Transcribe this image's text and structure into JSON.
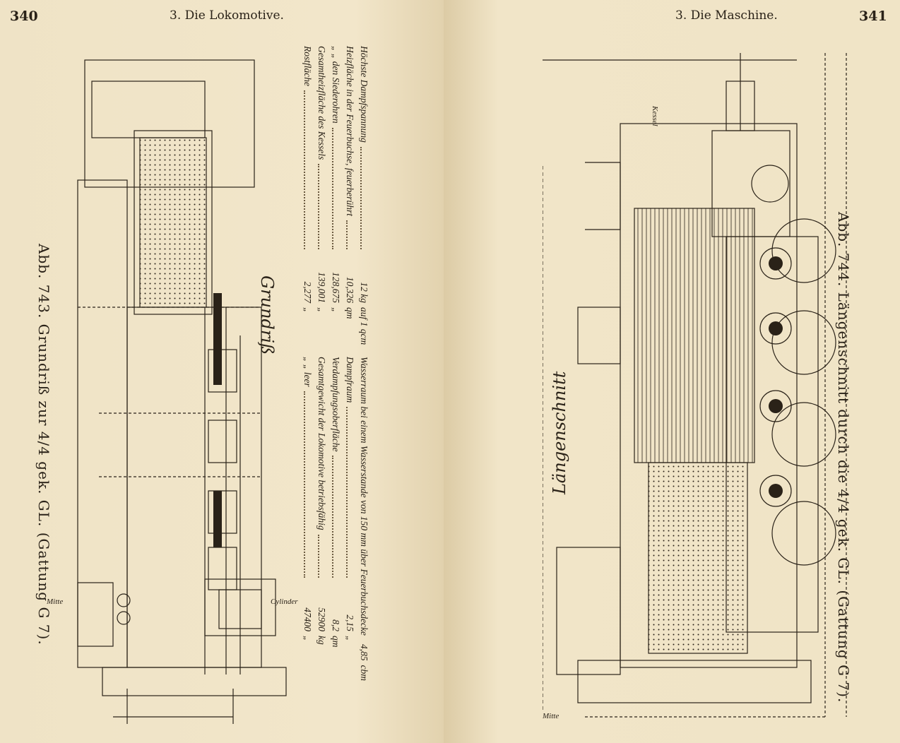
{
  "left_page": {
    "page_number": "340",
    "running_head": "3. Die Lokomotive.",
    "figure_title": "Grundriß",
    "caption": "Abb. 743. Grundriß zur 4/4 gek. GL. (Gattung G 7).",
    "labels": {
      "mitte": "Mitte",
      "cylinder": "Cylinder"
    },
    "table_boiler": [
      {
        "label": "Höchste Dampfspannung",
        "value": "12 kg",
        "unit": "auf 1 qcm"
      },
      {
        "label": "Heizfläche in der Feuerbuchse, feuerberührt",
        "value": "10,326",
        "unit": "qm"
      },
      {
        "label": "„ „ den Siederohren",
        "value": "128,675",
        "unit": "„"
      },
      {
        "label": "Gesamtheizfläche des Kessels",
        "value": "139,001",
        "unit": "„"
      },
      {
        "label": "Rostfläche",
        "value": "2,277",
        "unit": "„"
      }
    ],
    "table_weights": [
      {
        "label": "Wasserraum bei einem Wasserstande von 150 mm über Feuerbuchsdecke",
        "value": "4,85",
        "unit": "cbm"
      },
      {
        "label": "Dampfraum",
        "value": "2,15",
        "unit": "„"
      },
      {
        "label": "Verdampfungsoberfläche",
        "value": "8,2",
        "unit": "qm"
      },
      {
        "label": "Gesamtgewicht der Lokomotive betriebsfähig",
        "value": "52900",
        "unit": "kg"
      },
      {
        "label": "„ „ leer",
        "value": "47400",
        "unit": "„"
      }
    ]
  },
  "right_page": {
    "page_number": "341",
    "running_head": "3. Die Maschine.",
    "figure_title": "Längenschnitt",
    "caption": "Abb. 744. Längenschnitt durch die 4/4 gek. GL. (Gattung G 7).",
    "labels": {
      "kessel": "Kessel",
      "mitte": "Mitte"
    }
  }
}
